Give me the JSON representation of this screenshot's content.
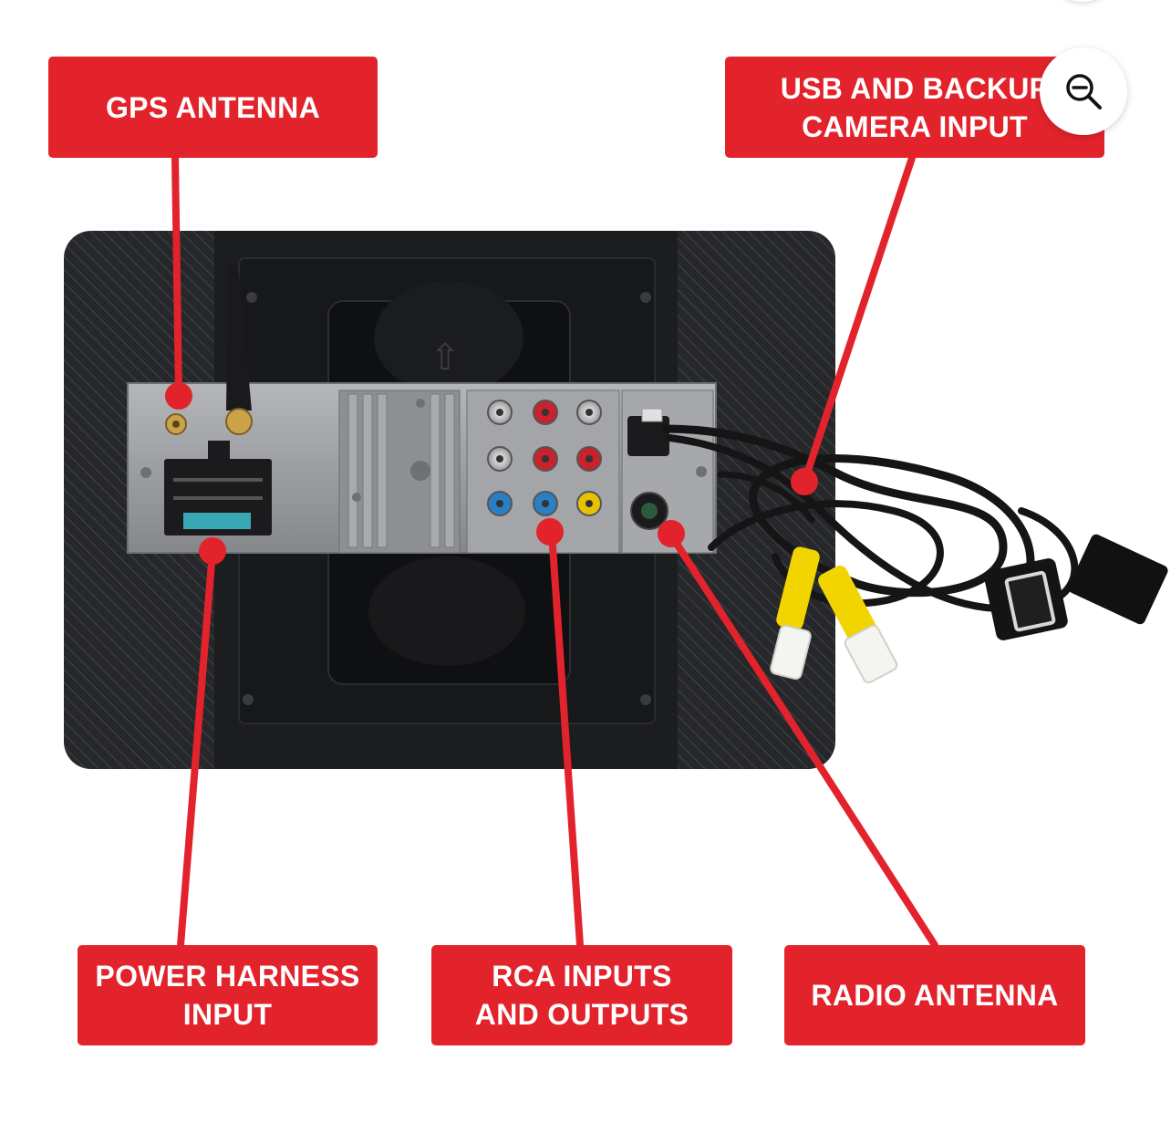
{
  "callouts": {
    "gps": {
      "lines": [
        "GPS ANTENNA"
      ]
    },
    "usb": {
      "lines": [
        "USB AND BACKUP",
        "CAMERA INPUT"
      ]
    },
    "power": {
      "lines": [
        "POWER HARNESS",
        "INPUT"
      ]
    },
    "rca": {
      "lines": [
        "RCA INPUTS",
        "AND OUTPUTS"
      ]
    },
    "radio": {
      "lines": [
        "RADIO ANTENNA"
      ]
    }
  },
  "zoom_button": {
    "icon": "zoom-out-icon"
  },
  "colors": {
    "callout_red": "#e3232c",
    "callout_text": "#ffffff",
    "device_body": "#1e1e20",
    "chassis": "#9a9ca0",
    "rca_red": "#c8232c",
    "rca_white": "#e8e8e8",
    "rca_blue": "#2a7fc4",
    "rca_yellow": "#e8c200",
    "cable_yellow": "#f2d400"
  }
}
